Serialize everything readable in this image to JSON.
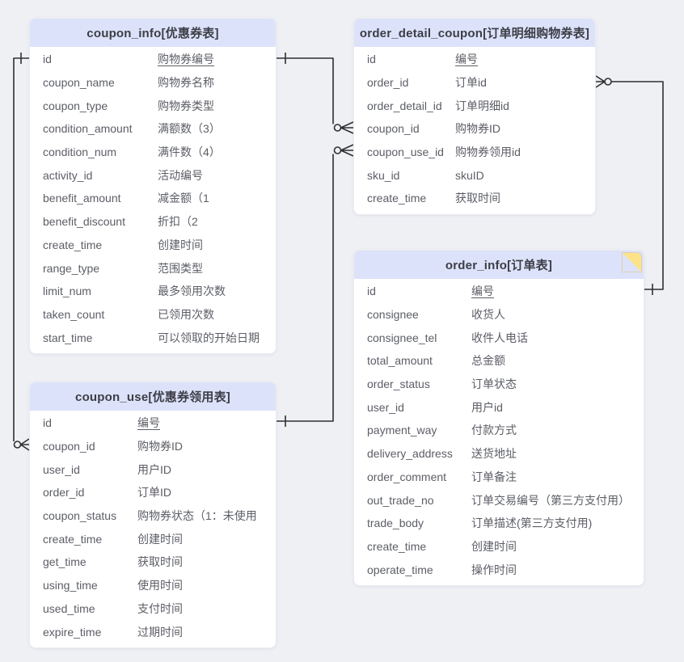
{
  "diagram": {
    "colors": {
      "background": "#eef0f4",
      "table_header": "#dce2f9",
      "table_body": "#ffffff",
      "note_fold": "#fde388",
      "wire": "#2f2f2f",
      "text": "#5c5e66"
    },
    "tables": [
      {
        "id": "coupon_info",
        "title": "coupon_info[优惠券表]",
        "fields": [
          {
            "name": "id",
            "comment": "购物券编号",
            "pk": true
          },
          {
            "name": "coupon_name",
            "comment": "购物券名称"
          },
          {
            "name": "coupon_type",
            "comment": "购物券类型"
          },
          {
            "name": "condition_amount",
            "comment": "满额数（3）"
          },
          {
            "name": "condition_num",
            "comment": "满件数（4）"
          },
          {
            "name": "activity_id",
            "comment": "活动编号"
          },
          {
            "name": "benefit_amount",
            "comment": "减金额（1"
          },
          {
            "name": "benefit_discount",
            "comment": "折扣（2"
          },
          {
            "name": "create_time",
            "comment": "创建时间"
          },
          {
            "name": "range_type",
            "comment": "范围类型"
          },
          {
            "name": "limit_num",
            "comment": "最多领用次数"
          },
          {
            "name": "taken_count",
            "comment": "已领用次数"
          },
          {
            "name": "start_time",
            "comment": "可以领取的开始日期"
          }
        ]
      },
      {
        "id": "order_detail_coupon",
        "title": "order_detail_coupon[订单明细购物券表]",
        "fields": [
          {
            "name": "id",
            "comment": "编号",
            "pk": true
          },
          {
            "name": "order_id",
            "comment": "订单id"
          },
          {
            "name": "order_detail_id",
            "comment": "订单明细id"
          },
          {
            "name": "coupon_id",
            "comment": "购物券ID"
          },
          {
            "name": "coupon_use_id",
            "comment": "购物券领用id"
          },
          {
            "name": "sku_id",
            "comment": "skuID"
          },
          {
            "name": "create_time",
            "comment": "获取时间"
          }
        ]
      },
      {
        "id": "coupon_use",
        "title": "coupon_use[优惠券领用表]",
        "fields": [
          {
            "name": "id",
            "comment": "编号",
            "pk": true
          },
          {
            "name": "coupon_id",
            "comment": "购物券ID"
          },
          {
            "name": "user_id",
            "comment": "用户ID"
          },
          {
            "name": "order_id",
            "comment": "订单ID"
          },
          {
            "name": "coupon_status",
            "comment": "购物券状态（1：未使用"
          },
          {
            "name": "create_time",
            "comment": "创建时间"
          },
          {
            "name": "get_time",
            "comment": "获取时间"
          },
          {
            "name": "using_time",
            "comment": "使用时间"
          },
          {
            "name": "used_time",
            "comment": "支付时间"
          },
          {
            "name": "expire_time",
            "comment": "过期时间"
          }
        ]
      },
      {
        "id": "order_info",
        "title": "order_info[订单表]",
        "has_note_fold": true,
        "fields": [
          {
            "name": "id",
            "comment": "编号",
            "pk": true
          },
          {
            "name": "consignee",
            "comment": "收货人"
          },
          {
            "name": "consignee_tel",
            "comment": "收件人电话"
          },
          {
            "name": "total_amount",
            "comment": "总金额"
          },
          {
            "name": "order_status",
            "comment": "订单状态"
          },
          {
            "name": "user_id",
            "comment": "用户id"
          },
          {
            "name": "payment_way",
            "comment": "付款方式"
          },
          {
            "name": "delivery_address",
            "comment": "送货地址"
          },
          {
            "name": "order_comment",
            "comment": "订单备注"
          },
          {
            "name": "out_trade_no",
            "comment": "订单交易编号（第三方支付用）"
          },
          {
            "name": "trade_body",
            "comment": "订单描述(第三方支付用)"
          },
          {
            "name": "create_time",
            "comment": "创建时间"
          },
          {
            "name": "operate_time",
            "comment": "操作时间"
          }
        ]
      }
    ],
    "relations": [
      {
        "from": "coupon_info.id",
        "from_cardinality": "1",
        "to": "order_detail_coupon.coupon_id",
        "to_cardinality": "0..N"
      },
      {
        "from": "coupon_use.id",
        "from_cardinality": "1",
        "to": "order_detail_coupon.coupon_use_id",
        "to_cardinality": "0..N"
      },
      {
        "from": "coupon_info.id",
        "from_cardinality": "1",
        "to": "coupon_use.coupon_id",
        "to_cardinality": "0..N"
      },
      {
        "from": "order_info.id",
        "from_cardinality": "1",
        "to": "order_detail_coupon.order_id",
        "to_cardinality": "0..N"
      }
    ]
  }
}
